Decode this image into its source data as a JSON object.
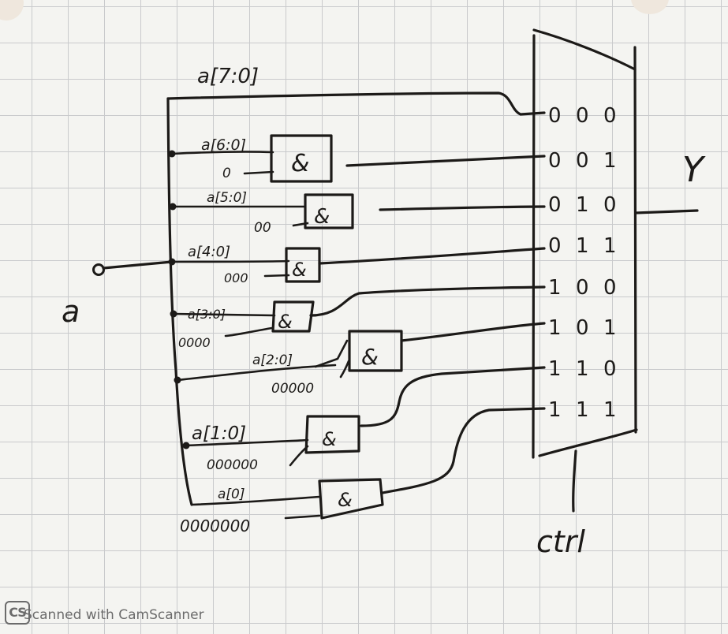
{
  "diagram": {
    "input_label": "a",
    "output_label": "Y",
    "control_label": "ctrl",
    "bus_labels": [
      "a[7:0]",
      "a[6:0]",
      "a[5:0]",
      "a[4:0]",
      "a[3:0]",
      "a[2:0]",
      "a[1:0]",
      "a[0]"
    ],
    "pad_labels": [
      "0",
      "00",
      "000",
      "0000",
      "00000",
      "000000",
      "0000000"
    ],
    "gate_symbol": "&",
    "mux_selects": [
      [
        "0",
        "0",
        "0"
      ],
      [
        "0",
        "0",
        "1"
      ],
      [
        "0",
        "1",
        "0"
      ],
      [
        "0",
        "1",
        "1"
      ],
      [
        "1",
        "0",
        "0"
      ],
      [
        "1",
        "0",
        "1"
      ],
      [
        "1",
        "1",
        "0"
      ],
      [
        "1",
        "1",
        "1"
      ]
    ]
  },
  "scanner": {
    "logo": "CS",
    "watermark": "Scanned with CamScanner"
  }
}
